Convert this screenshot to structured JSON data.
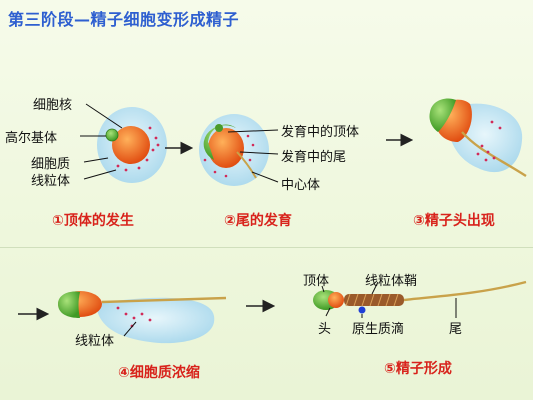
{
  "title": "第三阶段—精子细胞变形成精子",
  "stages": [
    {
      "caption": "①顶体的发生",
      "labels": [
        "细胞核",
        "高尔基体",
        "细胞质",
        "线粒体"
      ]
    },
    {
      "caption": "②尾的发育",
      "labels": [
        "发育中的顶体",
        "发育中的尾",
        "中心体"
      ]
    },
    {
      "caption": "③精子头出现",
      "labels": []
    },
    {
      "caption": "④细胞质浓缩",
      "labels": [
        "线粒体"
      ]
    },
    {
      "caption": "⑤精子形成",
      "labels": [
        "顶体",
        "线粒体鞘",
        "头",
        "原生质滴",
        "尾"
      ]
    }
  ],
  "colors": {
    "title": "#2e5fd0",
    "caption": "#d8231c",
    "nucleus": "#e8621e",
    "acrosome": "#5bb032",
    "cytoplasm": "#bfe3f0",
    "tail": "#c9a24a",
    "mitochondria": "#d22a58"
  }
}
